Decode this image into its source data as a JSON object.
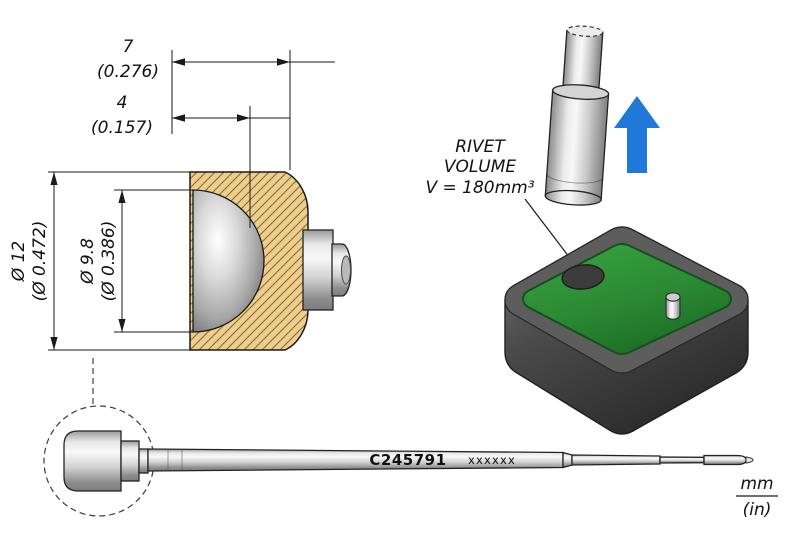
{
  "drawing": {
    "dims": {
      "width_outer_mm": "7",
      "width_outer_in": "(0.276)",
      "width_inner_mm": "4",
      "width_inner_in": "(0.157)",
      "dia_outer_mm": "Ø 12",
      "dia_outer_in": "(Ø 0.472)",
      "dia_inner_mm": "Ø 9.8",
      "dia_inner_in": "(Ø 0.386)"
    },
    "rivet_note": {
      "line1": "RIVET",
      "line2": "VOLUME",
      "line3": "V = 180mm³"
    },
    "part": {
      "model": "C245791",
      "batch": "xxxxxx"
    },
    "units": {
      "primary": "mm",
      "secondary": "(in)"
    },
    "colors": {
      "hatch_fill": "#EDCE8E",
      "hatch_line": "#8A6A33",
      "green_face": "#2E8F38",
      "arrow_blue": "#2079D8",
      "line": "#1A1A1A"
    }
  }
}
